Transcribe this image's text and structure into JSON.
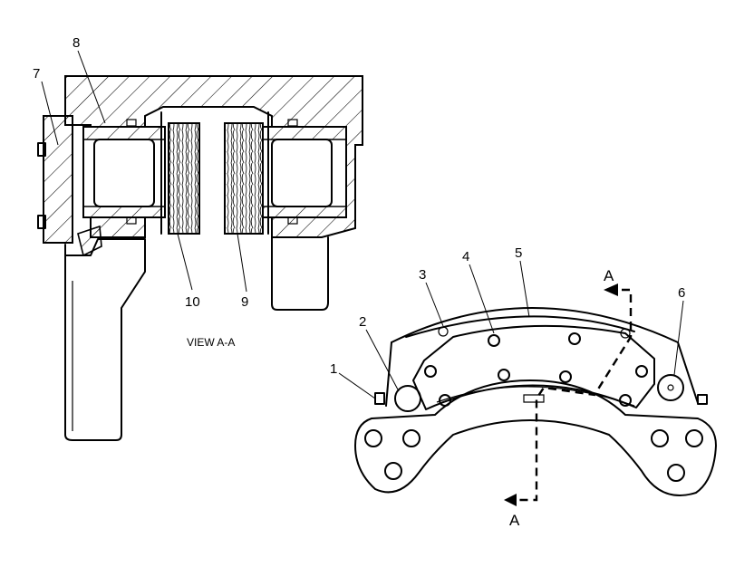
{
  "caption": "VIEW A-A",
  "callouts": {
    "c1": "1",
    "c2": "2",
    "c3": "3",
    "c4": "4",
    "c5": "5",
    "c6": "6",
    "c7": "7",
    "c8": "8",
    "c9": "9",
    "c10": "10"
  },
  "section_marks": {
    "top": "A",
    "bottom": "A"
  }
}
